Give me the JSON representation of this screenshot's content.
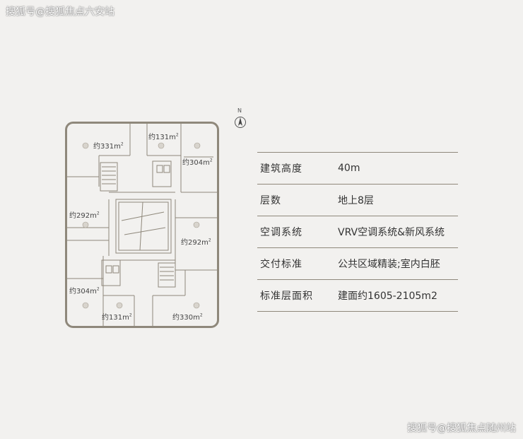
{
  "watermarks": {
    "top": "搜狐号@搜狐焦点六安站",
    "bottom": "搜狐号@搜狐焦点随州站"
  },
  "compass": {
    "label": "N"
  },
  "floor_plan": {
    "units": [
      {
        "label": "约331m",
        "sup": "2"
      },
      {
        "label": "约131m",
        "sup": "2"
      },
      {
        "label": "约304m",
        "sup": "2"
      },
      {
        "label": "约292m",
        "sup": "2"
      },
      {
        "label": "约292m",
        "sup": "2"
      },
      {
        "label": "约304m",
        "sup": "2"
      },
      {
        "label": "约131m",
        "sup": "2"
      },
      {
        "label": "约330m",
        "sup": "2"
      }
    ]
  },
  "specs": [
    {
      "key": "建筑高度",
      "value": "40m"
    },
    {
      "key": "层数",
      "value": "地上8层"
    },
    {
      "key": "空调系统",
      "value": "VRV空调系统&新风系统"
    },
    {
      "key": "交付标准",
      "value": "公共区域精装;室内白胚"
    },
    {
      "key": "标准层面积",
      "value": "建面约1605-2105m2"
    }
  ],
  "colors": {
    "outline": "#8f887b",
    "background": "#f2f1ef"
  }
}
